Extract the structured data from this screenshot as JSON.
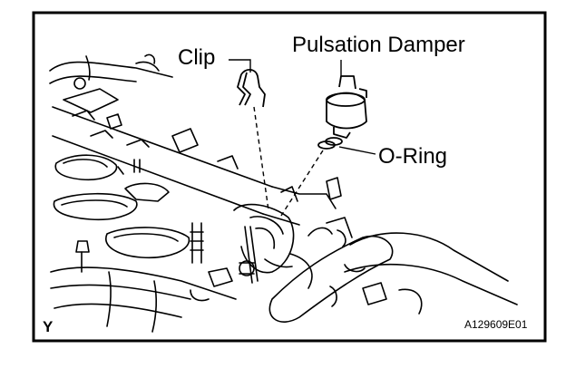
{
  "diagram": {
    "labels": {
      "clip": "Clip",
      "pulsation_damper": "Pulsation Damper",
      "o_ring": "O-Ring",
      "view_marker": "Y",
      "figure_code": "A129609E01"
    },
    "colors": {
      "ink": "#000000",
      "background": "#ffffff"
    }
  }
}
